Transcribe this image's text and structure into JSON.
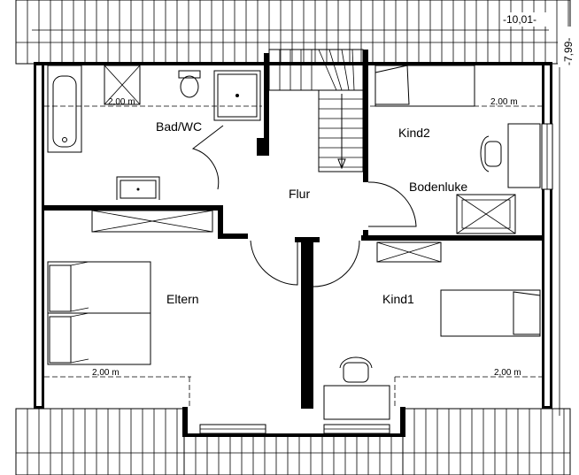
{
  "rooms": {
    "bad": "Bad/WC",
    "kind2": "Kind2",
    "flur": "Flur",
    "bodenluke": "Bodenluke",
    "eltern": "Eltern",
    "kind1": "Kind1"
  },
  "dimensions": {
    "bad_height": "2,00 m",
    "kind2_height": "2,00 m",
    "eltern_height": "2,00 m",
    "kind1_height": "2,00 m",
    "overall_width": "-10,01-",
    "overall_depth": "-7,99-"
  }
}
